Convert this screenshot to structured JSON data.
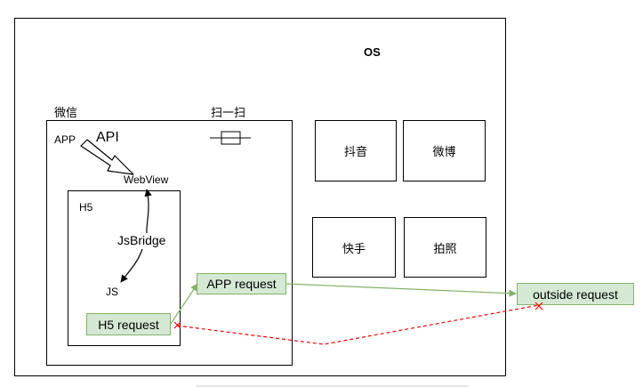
{
  "os": {
    "label": "OS"
  },
  "wechat": {
    "label": "微信",
    "scan_label": "扫一扫"
  },
  "app_label": "APP",
  "api_label": "API",
  "webview_label": "WebView",
  "h5": {
    "label": "H5",
    "jsbridge_label": "JsBridge",
    "js_label": "JS"
  },
  "requests": {
    "h5_request": "H5 request",
    "app_request": "APP request",
    "outside_request": "outside request"
  },
  "other_apps": [
    "抖音",
    "微博",
    "快手",
    "拍照"
  ],
  "colors": {
    "green_fill": "#d5e8d4",
    "green_stroke": "#82b366",
    "red_dashed": "#ff0000"
  }
}
